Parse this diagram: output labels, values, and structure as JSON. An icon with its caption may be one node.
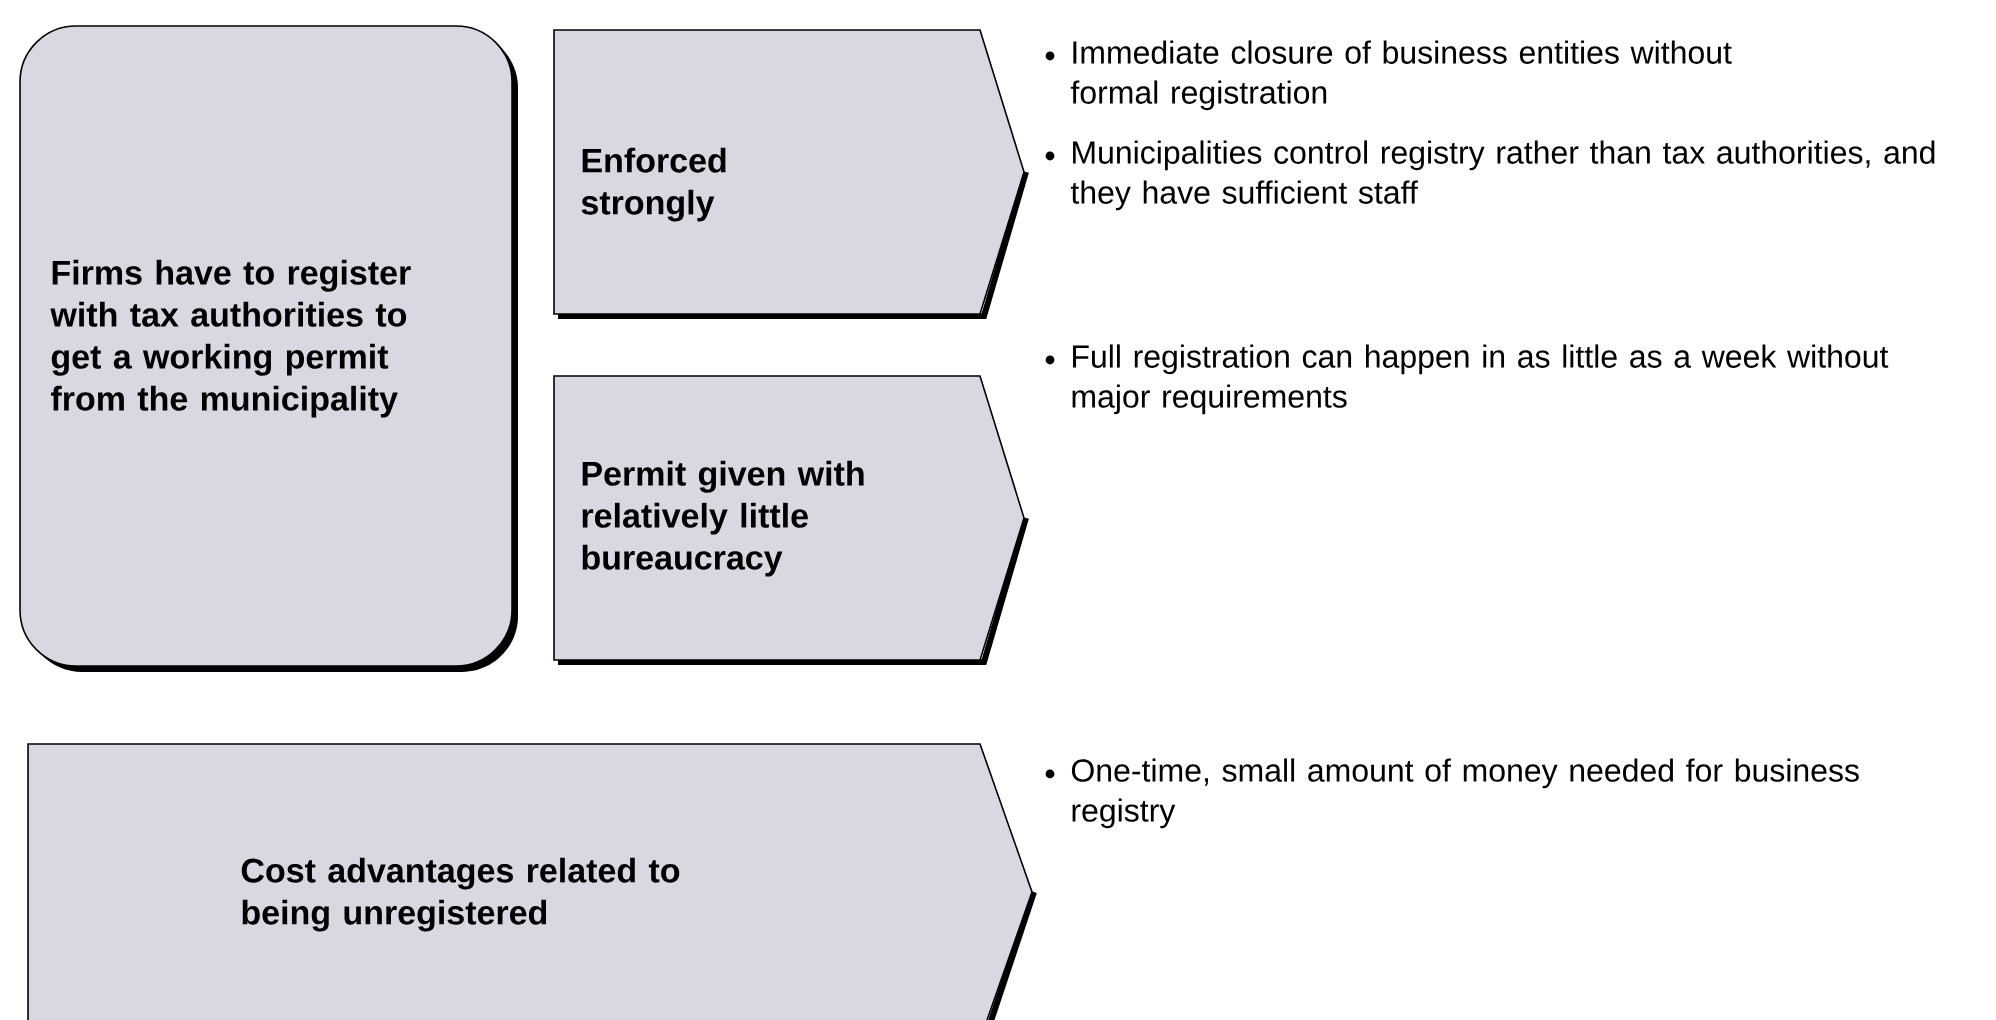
{
  "diagram": {
    "nodes": [
      {
        "text": [
          "Firms have to register with tax authorities to get a working permit from the municipality"
        ]
      },
      {
        "text": [
          "Enforced strongly"
        ],
        "beside": [
          "Immediate closure of business entities without formal registration",
          "Municipalities control registry rather than tax authorities, and they have sufficient staff"
        ]
      },
      {
        "text": [
          "Permit  given with relatively little bureaucracy"
        ],
        "beside": [
          "Full registration can happen in as little as a week without major requirements"
        ]
      },
      {
        "text": [
          "Cost advantages related to being unregistered"
        ],
        "beside": [
          "One-time, small amount of money needed for business registry"
        ]
      }
    ]
  }
}
